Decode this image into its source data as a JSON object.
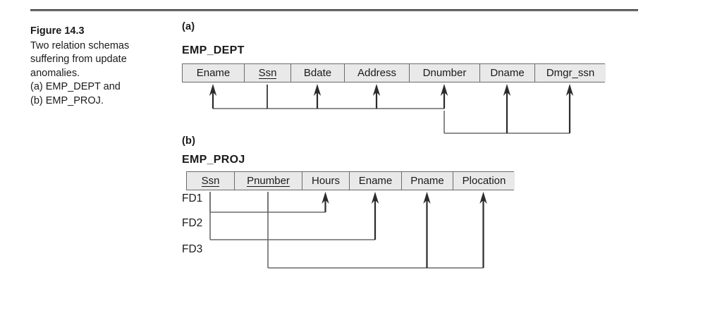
{
  "figure": {
    "number": "Figure 14.3",
    "caption_lines": [
      "Two relation schemas",
      "suffering from update",
      "anomalies.",
      "(a) EMP_DEPT and",
      "(b) EMP_PROJ."
    ]
  },
  "parts": {
    "a": {
      "label": "(a)",
      "schema_name": "EMP_DEPT",
      "attributes": [
        {
          "name": "Ename",
          "key": false
        },
        {
          "name": "Ssn",
          "key": true
        },
        {
          "name": "Bdate",
          "key": false
        },
        {
          "name": "Address",
          "key": false
        },
        {
          "name": "Dnumber",
          "key": false
        },
        {
          "name": "Dname",
          "key": false
        },
        {
          "name": "Dmgr_ssn",
          "key": false
        }
      ],
      "functional_dependencies": [
        {
          "id": "fd-a-1",
          "determinants": [
            "Ssn"
          ],
          "dependents": [
            "Ename",
            "Bdate",
            "Address",
            "Dnumber"
          ]
        },
        {
          "id": "fd-a-2",
          "determinants": [
            "Dnumber"
          ],
          "dependents": [
            "Dname",
            "Dmgr_ssn"
          ]
        }
      ]
    },
    "b": {
      "label": "(b)",
      "schema_name": "EMP_PROJ",
      "attributes": [
        {
          "name": "Ssn",
          "key": true
        },
        {
          "name": "Pnumber",
          "key": true
        },
        {
          "name": "Hours",
          "key": false
        },
        {
          "name": "Ename",
          "key": false
        },
        {
          "name": "Pname",
          "key": false
        },
        {
          "name": "Plocation",
          "key": false
        }
      ],
      "functional_dependencies": [
        {
          "id": "FD1",
          "label": "FD1",
          "determinants": [
            "Ssn",
            "Pnumber"
          ],
          "dependents": [
            "Hours"
          ]
        },
        {
          "id": "FD2",
          "label": "FD2",
          "determinants": [
            "Ssn"
          ],
          "dependents": [
            "Ename"
          ]
        },
        {
          "id": "FD3",
          "label": "FD3",
          "determinants": [
            "Pnumber"
          ],
          "dependents": [
            "Pname",
            "Plocation"
          ]
        }
      ]
    }
  },
  "colors": {
    "cell_fill": "#e9e9e9",
    "cell_border": "#6a6a6a",
    "text": "#1a1a1a",
    "rule": "#6e6e6e",
    "arrow": "#2b2b2b",
    "connector": "#6a6a6a"
  }
}
